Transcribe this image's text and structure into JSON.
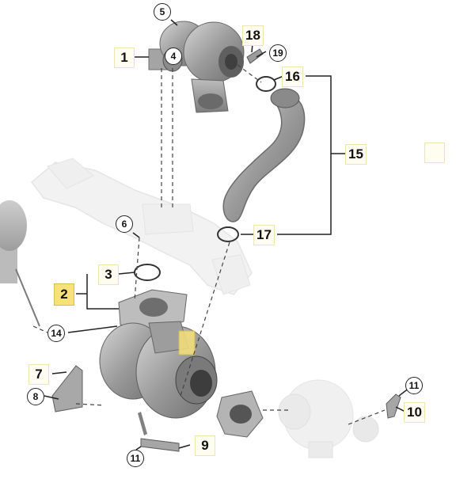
{
  "diagram": {
    "callouts": [
      {
        "id": "c1",
        "text": "1",
        "style": "square"
      },
      {
        "id": "c2",
        "text": "2",
        "style": "square-highlight"
      },
      {
        "id": "c3",
        "text": "3",
        "style": "square"
      },
      {
        "id": "c4",
        "text": "4",
        "style": "circle"
      },
      {
        "id": "c5",
        "text": "5",
        "style": "circle"
      },
      {
        "id": "c6",
        "text": "6",
        "style": "circle"
      },
      {
        "id": "c7",
        "text": "7",
        "style": "square"
      },
      {
        "id": "c8",
        "text": "8",
        "style": "circle"
      },
      {
        "id": "c9",
        "text": "9",
        "style": "square"
      },
      {
        "id": "c10",
        "text": "10",
        "style": "square"
      },
      {
        "id": "c11a",
        "text": "11",
        "style": "circle"
      },
      {
        "id": "c11b",
        "text": "11",
        "style": "circle"
      },
      {
        "id": "c14",
        "text": "14",
        "style": "circle"
      },
      {
        "id": "c15",
        "text": "15",
        "style": "square"
      },
      {
        "id": "c16",
        "text": "16",
        "style": "square"
      },
      {
        "id": "c17",
        "text": "17",
        "style": "square"
      },
      {
        "id": "c18",
        "text": "18",
        "style": "square"
      },
      {
        "id": "c19",
        "text": "19",
        "style": "circle"
      }
    ],
    "colors": {
      "part_gray": "#8f8f8f",
      "part_light": "#c9c9c9",
      "ghost": "#e6e6e6",
      "highlight": "#f7e27a",
      "line": "#222222"
    }
  }
}
